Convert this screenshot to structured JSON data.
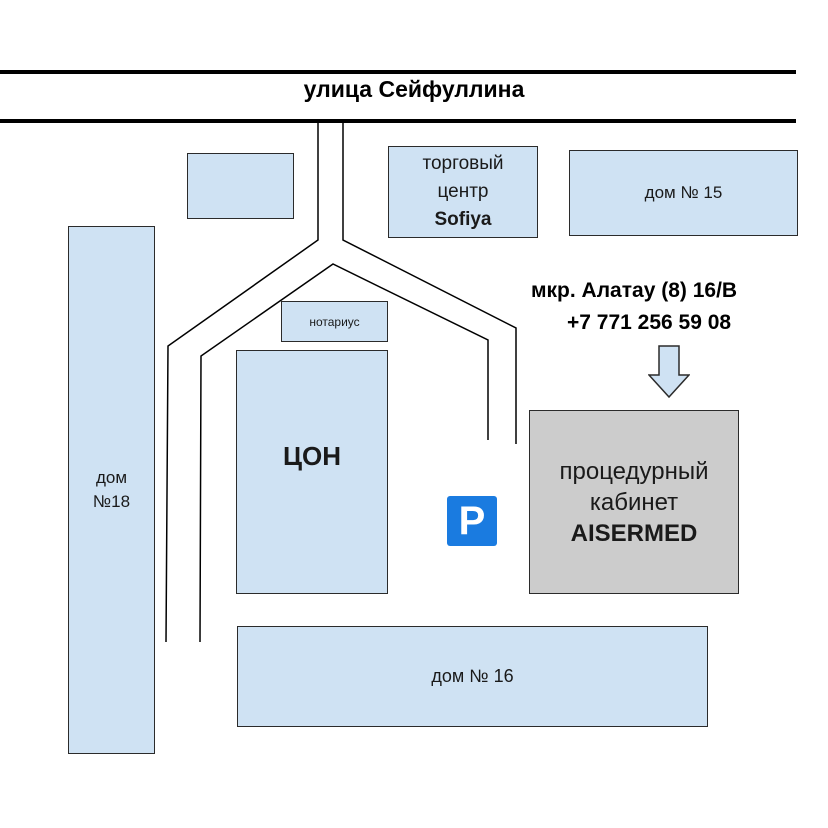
{
  "street": {
    "name": "улица Сейфуллина"
  },
  "buildings": {
    "unlabeled": "",
    "mall": {
      "line1": "торговый",
      "line2": "центр",
      "line3": "Sofiya"
    },
    "house15": {
      "label": "дом № 15"
    },
    "house18": {
      "line1": "дом",
      "line2": "№18"
    },
    "notary": {
      "label": "нотариус"
    },
    "con": {
      "label": "ЦОН"
    },
    "clinic": {
      "line1": "процедурный",
      "line2": "кабинет",
      "line3": "AISERMED"
    },
    "house16": {
      "label": "дом № 16"
    }
  },
  "address": {
    "line1": "мкр. Алатау (8) 16/В",
    "line2": "+7 771 256 59 08"
  },
  "parking": {
    "symbol": "P"
  },
  "colors": {
    "building_fill": "#cfe2f3",
    "clinic_fill": "#cccccc",
    "parking_blue": "#1a7be0",
    "road_line": "#000000"
  },
  "icons": [
    "down-arrow-icon",
    "parking-icon"
  ]
}
